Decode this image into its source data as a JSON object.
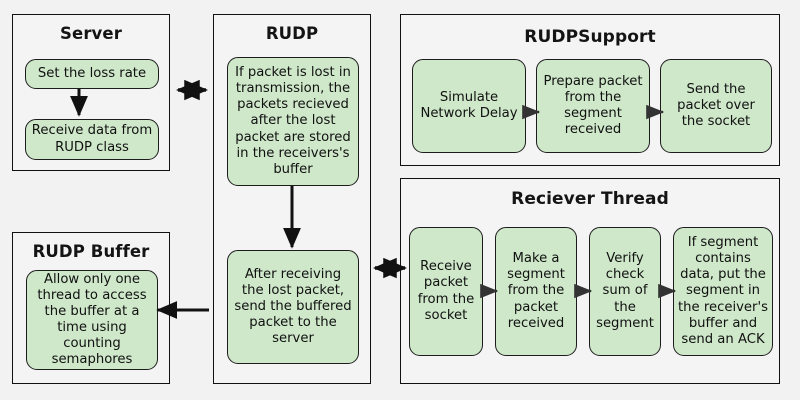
{
  "diagram": {
    "title_visible": false,
    "background_color": "#f2f2f2",
    "node_fill_color": "#cfe8ca",
    "node_border_color": "#1c1c1c",
    "group_border_color": "#111111",
    "arrow_color": "#111111"
  },
  "groups": [
    {
      "id": "server",
      "title": "Server",
      "nodes": [
        {
          "id": "set-loss-rate",
          "label": "Set the loss rate"
        },
        {
          "id": "receive-data-rudp",
          "label": "Receive data from RUDP class"
        }
      ]
    },
    {
      "id": "rudp",
      "title": "RUDP",
      "nodes": [
        {
          "id": "packet-lost-buffered",
          "label": "If packet is lost in transmission, the packets recieved after the lost packet are stored in the receivers's buffer"
        },
        {
          "id": "send-buffered-packet",
          "label": "After receiving the lost packet, send the buffered packet to the server"
        }
      ]
    },
    {
      "id": "rudp-buffer",
      "title": "RUDP Buffer",
      "nodes": [
        {
          "id": "counting-semaphores",
          "label": "Allow only one thread to access the buffer at a time using counting semaphores"
        }
      ]
    },
    {
      "id": "rudp-support",
      "title": "RUDPSupport",
      "nodes": [
        {
          "id": "simulate-network-delay",
          "label": "Simulate Network Delay"
        },
        {
          "id": "prepare-packet",
          "label": "Prepare packet from the segment received"
        },
        {
          "id": "send-packet-socket",
          "label": "Send the packet over the socket"
        }
      ]
    },
    {
      "id": "reciever-thread",
      "title": "Reciever Thread",
      "nodes": [
        {
          "id": "receive-packet-socket",
          "label": "Receive packet from the socket"
        },
        {
          "id": "make-segment",
          "label": "Make a segment from the packet received"
        },
        {
          "id": "verify-checksum",
          "label": "Verify check sum of the segment"
        },
        {
          "id": "put-segment-send-ack",
          "label": "If segment contains data, put the segment in the receiver's buffer and send an ACK"
        }
      ]
    }
  ],
  "connections": [
    {
      "id": "server-internal",
      "from": "set-loss-rate",
      "to": "receive-data-rudp",
      "style": "single"
    },
    {
      "id": "server-rudp",
      "from": "server",
      "to": "rudp",
      "style": "double"
    },
    {
      "id": "rudp-internal",
      "from": "packet-lost-buffered",
      "to": "send-buffered-packet",
      "style": "single"
    },
    {
      "id": "rudp-buffer-link",
      "from": "rudp",
      "to": "rudp-buffer",
      "style": "single"
    },
    {
      "id": "rudp-reciever",
      "from": "rudp",
      "to": "reciever-thread",
      "style": "double"
    },
    {
      "id": "support-1-2",
      "from": "simulate-network-delay",
      "to": "prepare-packet",
      "style": "single"
    },
    {
      "id": "support-2-3",
      "from": "prepare-packet",
      "to": "send-packet-socket",
      "style": "single"
    },
    {
      "id": "thread-1-2",
      "from": "receive-packet-socket",
      "to": "make-segment",
      "style": "single"
    },
    {
      "id": "thread-2-3",
      "from": "make-segment",
      "to": "verify-checksum",
      "style": "single"
    },
    {
      "id": "thread-3-4",
      "from": "verify-checksum",
      "to": "put-segment-send-ack",
      "style": "single"
    }
  ]
}
